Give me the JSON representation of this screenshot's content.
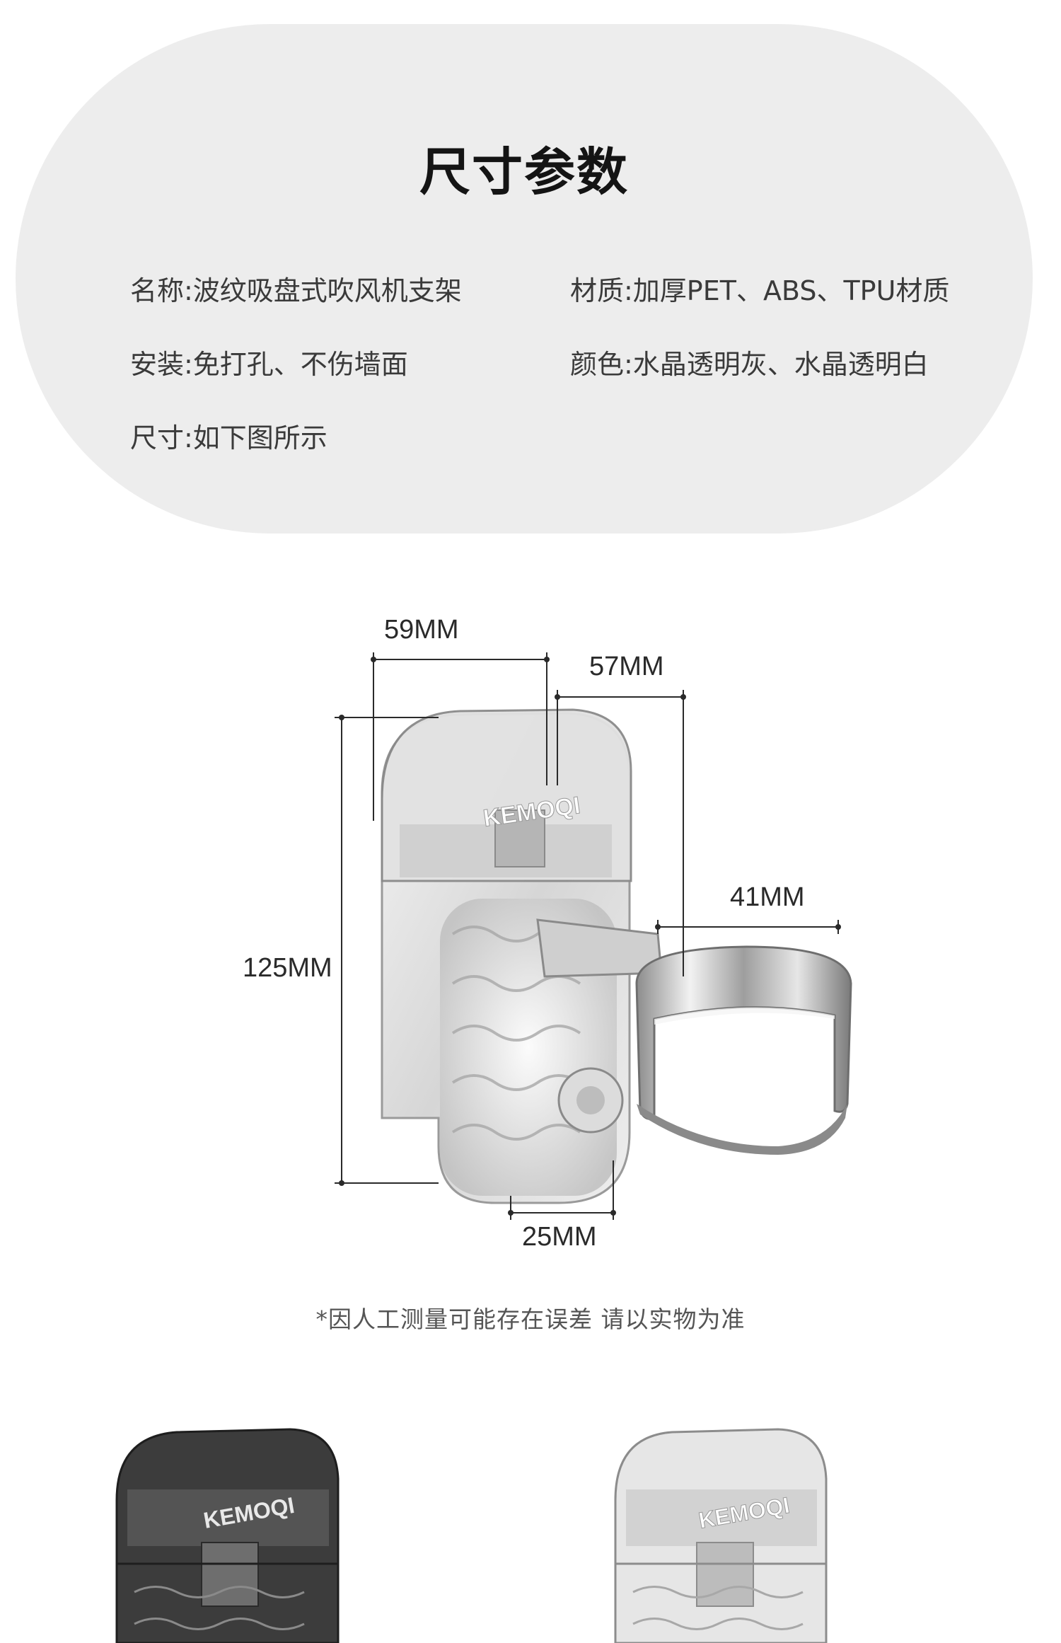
{
  "header": {
    "title": "尺寸参数"
  },
  "specs": {
    "name": "名称:波纹吸盘式吹风机支架",
    "material": "材质:加厚PET、ABS、TPU材质",
    "install": "安装:免打孔、不伤墙面",
    "color": "颜色:水晶透明灰、水晶透明白",
    "size": "尺寸:如下图所示"
  },
  "dimensions": {
    "width_top": "59MM",
    "depth_arm": "57MM",
    "ring_diameter": "41MM",
    "height": "125MM",
    "bottom_width": "25MM"
  },
  "brand": "KEMOQI",
  "note": "*因人工测量可能存在误差 请以实物为准",
  "colors": {
    "card": "#ededed",
    "title": "#141414",
    "text": "#3a3a3a",
    "dim_line": "#2a2a2a"
  }
}
